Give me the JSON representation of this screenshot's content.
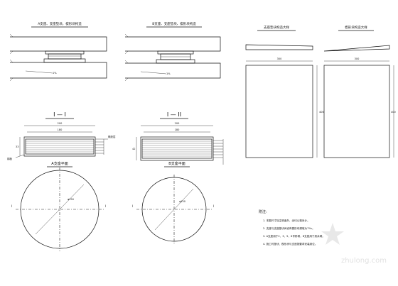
{
  "views": {
    "a_elev_title": "A支座、支座垫块、楔形块构造",
    "b_elev_title": "B支座、支座垫块、楔形块构造",
    "pad_elev_title": "支座垫块构造大样",
    "wedge_elev_title": "楔形块构造大样",
    "section_a_title": "I — I",
    "section_b_title": "I — II",
    "plan_a_title": "A支座平面",
    "plan_b_title": "B支座平面"
  },
  "dimensions": {
    "pad_width": "300",
    "wedge_width": "300",
    "pad_height": "400",
    "wedge_height": "400",
    "sec_a_outer": "200",
    "sec_a_inner": "180",
    "sec_a_h": "33",
    "sec_b_outer": "200",
    "sec_b_inner": "180",
    "sec_b_h": "42",
    "diam_a": "φ150",
    "diam_b": "φ150",
    "slope": "1%"
  },
  "labels": {
    "rubber_layer": "橡胶层",
    "plate_left": "钢板",
    "a_cut_left": "I",
    "a_cut_right": "I",
    "b_cut_left": "I",
    "b_cut_right": "I"
  },
  "notes": {
    "title": "附注:",
    "lines": [
      "1. 本图尺寸除注明者外，余均以毫米计。",
      "2. 支座与支座垫块间设有楔形块调坡为7‰。",
      "3. A支座用于2、3、5、6号桥墩，B支座用于其余墩。",
      "4. 施工时垫块、楔形块与支座按要求安装到位。"
    ]
  },
  "watermark": "zhulong.com"
}
